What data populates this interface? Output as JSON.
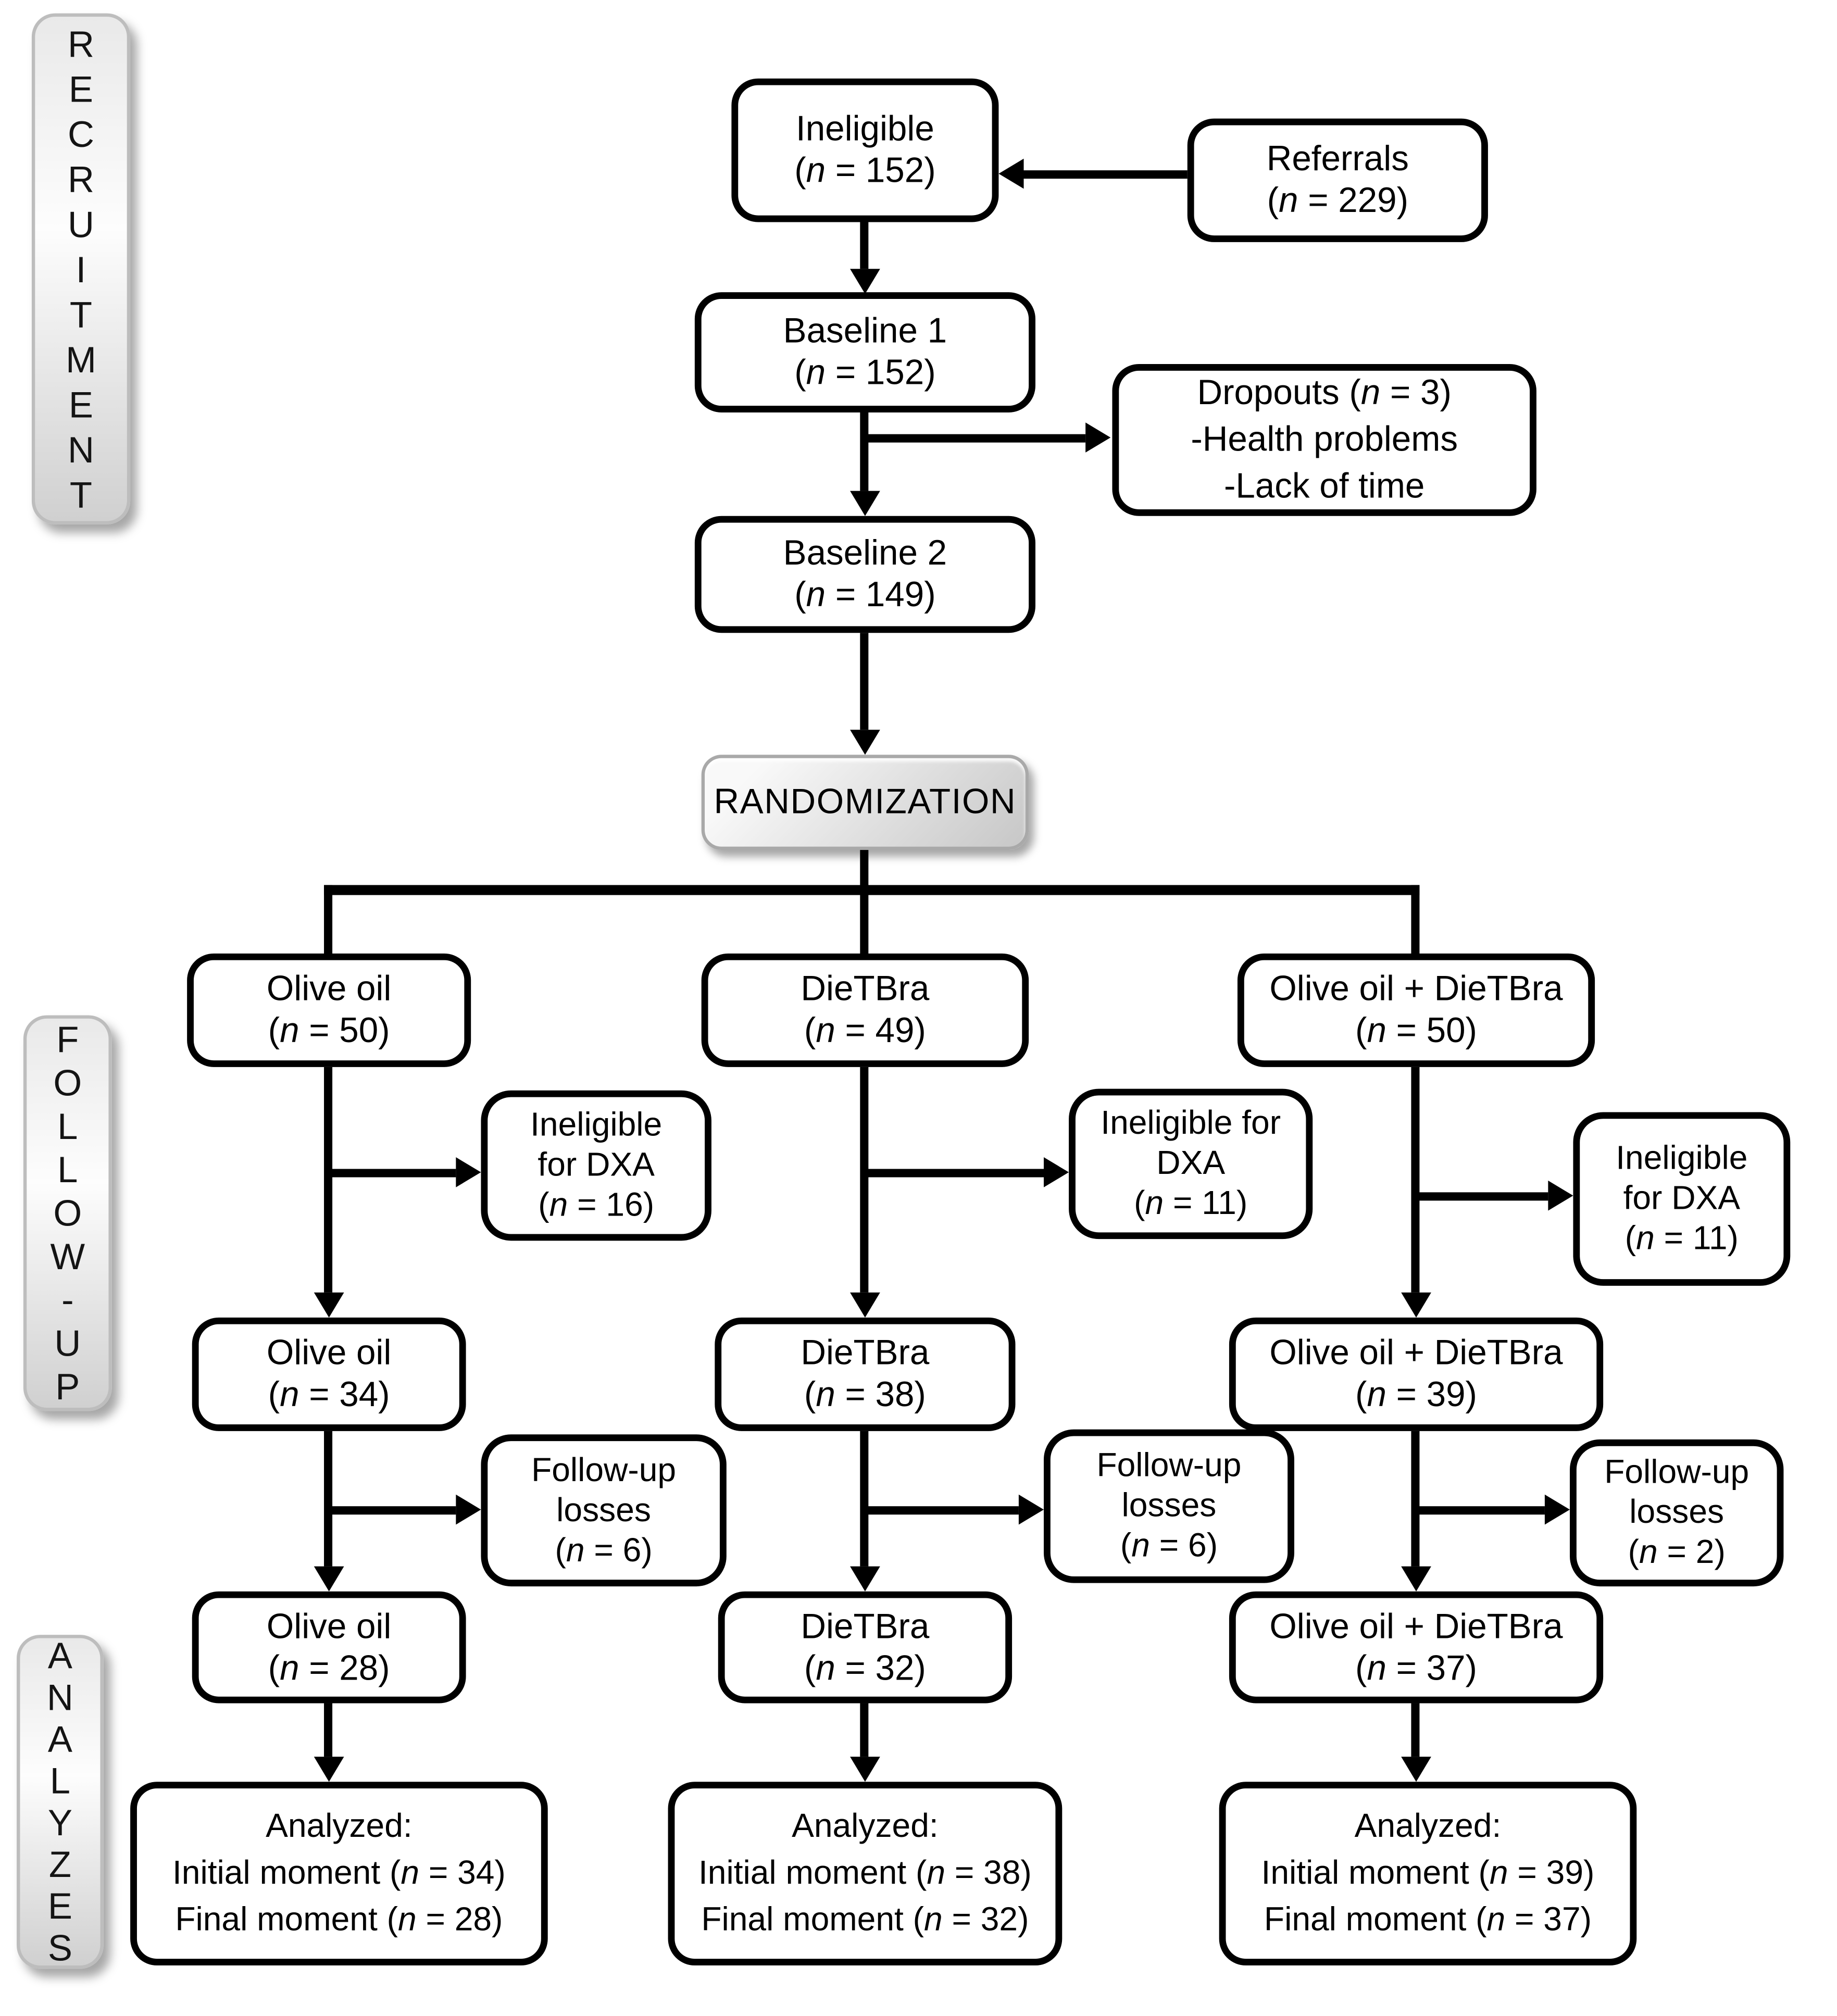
{
  "stage_labels": {
    "recruitment": "RECRUITMENT",
    "follow_up": "FOLLOW-UP",
    "analyzes": "ANALYZES"
  },
  "recruitment": {
    "referrals": {
      "title": "Referrals",
      "n": "(n = 229)"
    },
    "ineligible": {
      "title": "Ineligible",
      "n": "(n = 152)"
    },
    "baseline1": {
      "title": "Baseline 1",
      "n": "(n = 152)"
    },
    "dropouts": {
      "title": "Dropouts (n = 3)",
      "reasons": [
        "-Health problems",
        "-Lack of time"
      ]
    },
    "baseline2": {
      "title": "Baseline 2",
      "n": "(n = 149)"
    },
    "randomization": "RANDOMIZATION"
  },
  "arms": [
    {
      "randomized": {
        "title": "Olive oil",
        "n": "(n = 50)"
      },
      "ineligible_dxa": [
        "Ineligible",
        "for DXA",
        "(n = 16)"
      ],
      "post_dxa": {
        "title": "Olive oil",
        "n": "(n = 34)"
      },
      "followup_losses": [
        "Follow-up",
        "losses",
        "(n = 6)"
      ],
      "post_losses": {
        "title": "Olive oil",
        "n": "(n = 28)"
      },
      "analyzed": [
        "Analyzed:",
        "Initial moment (n = 34)",
        "Final moment (n = 28)"
      ]
    },
    {
      "randomized": {
        "title": "DieTBra",
        "n": "(n = 49)"
      },
      "ineligible_dxa": [
        "Ineligible for",
        "DXA",
        "(n = 11)"
      ],
      "post_dxa": {
        "title": "DieTBra",
        "n": "(n = 38)"
      },
      "followup_losses": [
        "Follow-up",
        "losses",
        "(n = 6)"
      ],
      "post_losses": {
        "title": "DieTBra",
        "n": "(n = 32)"
      },
      "analyzed": [
        "Analyzed:",
        "Initial moment (n = 38)",
        "Final moment (n = 32)"
      ]
    },
    {
      "randomized": {
        "title": "Olive oil + DieTBra",
        "n": "(n = 50)"
      },
      "ineligible_dxa": [
        "Ineligible",
        "for DXA",
        "(n = 11)"
      ],
      "post_dxa": {
        "title": "Olive oil + DieTBra",
        "n": "(n = 39)"
      },
      "followup_losses": [
        "Follow-up",
        "losses",
        "(n = 2)"
      ],
      "post_losses": {
        "title": "Olive oil + DieTBra",
        "n": "(n = 37)"
      },
      "analyzed": [
        "Analyzed:",
        "Initial moment (n = 39)",
        "Final moment (n = 37)"
      ]
    }
  ],
  "colors": {
    "line": "#000000",
    "box_border": "#000000",
    "box_bg": "#ffffff",
    "stage_border": "#bdbdbd",
    "stage_bg_light": "#f5f5f5",
    "stage_bg_dark": "#cccccc",
    "text": "#000000"
  }
}
